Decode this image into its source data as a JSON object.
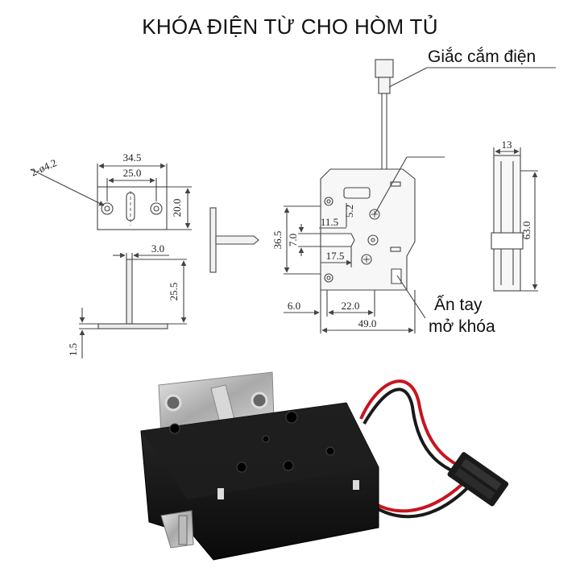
{
  "title": "KHÓA ĐIỆN TỪ CHO HÒM TỦ",
  "callouts": {
    "connector": "Giắc cắm điện",
    "manual_release_1": "Ấn tay",
    "manual_release_2": "mở khóa"
  },
  "dimensions": {
    "holes": "2-ø4.2",
    "plate_width": "34.5",
    "hole_spacing": "25.0",
    "plate_height": "20.0",
    "bracket_thickness": "3.0",
    "bracket_height": "25.5",
    "bracket_base": "1.5",
    "body_height_left": "36.5",
    "offset_11_5": "11.5",
    "offset_5_2": "5.2",
    "bolt_7_0": "7.0",
    "bolt_17_5": "17.5",
    "offset_6_0": "6.0",
    "offset_22_0": "22.0",
    "body_width": "49.0",
    "side_width": "13",
    "side_height": "63.0"
  },
  "colors": {
    "line": "#444444",
    "body": "#111111",
    "wire_red": "#c8141e",
    "wire_black": "#1a1a1a",
    "metal": "#c9c9c9"
  }
}
